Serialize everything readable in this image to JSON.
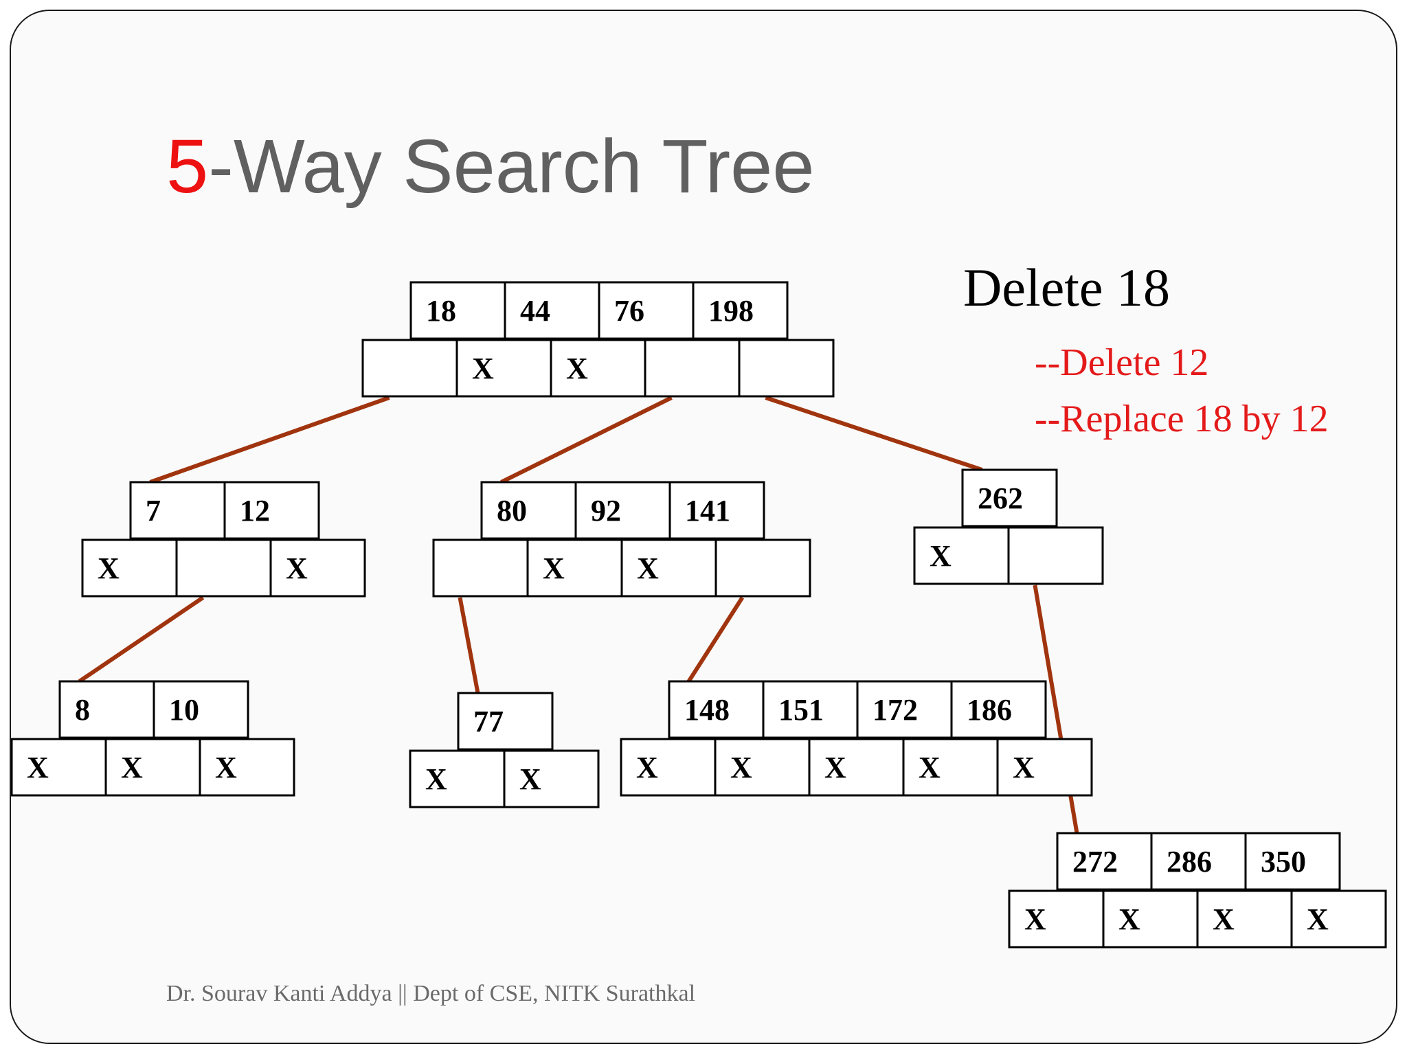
{
  "slide": {
    "title_number": "5",
    "title_rest": "-Way Search Tree",
    "operation": "Delete 18",
    "steps": [
      "--Delete 12",
      "--Replace 18 by 12"
    ],
    "footer": "Dr. Sourav Kanti Addya || Dept of CSE, NITK Surathkal"
  },
  "colors": {
    "title_gray": "#606060",
    "title_accent": "#ee1111",
    "step_red": "#e41a1a",
    "edge": "#a0340e",
    "footer_gray": "#6a6a6a"
  },
  "tree": {
    "nodes": [
      {
        "id": "root",
        "keys": [
          "18",
          "44",
          "76",
          "198"
        ],
        "pointers": [
          "",
          "X",
          "X",
          "",
          ""
        ]
      },
      {
        "id": "n-7-12",
        "keys": [
          "7",
          "12"
        ],
        "pointers": [
          "X",
          "",
          "X"
        ]
      },
      {
        "id": "n-80-92-141",
        "keys": [
          "80",
          "92",
          "141"
        ],
        "pointers": [
          "",
          "X",
          "X",
          ""
        ]
      },
      {
        "id": "n-262",
        "keys": [
          "262"
        ],
        "pointers": [
          "X",
          ""
        ]
      },
      {
        "id": "n-8-10",
        "keys": [
          "8",
          "10"
        ],
        "pointers": [
          "X",
          "X",
          "X"
        ]
      },
      {
        "id": "n-77",
        "keys": [
          "77"
        ],
        "pointers": [
          "X",
          "X"
        ]
      },
      {
        "id": "n-148-151-172-186",
        "keys": [
          "148",
          "151",
          "172",
          "186"
        ],
        "pointers": [
          "X",
          "X",
          "X",
          "X",
          "X"
        ]
      },
      {
        "id": "n-272-286-350",
        "keys": [
          "272",
          "286",
          "350"
        ],
        "pointers": [
          "X",
          "X",
          "X",
          "X"
        ]
      }
    ],
    "edges": [
      {
        "from": "root",
        "pointer": 0,
        "to": "n-7-12"
      },
      {
        "from": "root",
        "pointer": 3,
        "to": "n-80-92-141"
      },
      {
        "from": "root",
        "pointer": 4,
        "to": "n-262"
      },
      {
        "from": "n-7-12",
        "pointer": 1,
        "to": "n-8-10"
      },
      {
        "from": "n-80-92-141",
        "pointer": 0,
        "to": "n-77"
      },
      {
        "from": "n-80-92-141",
        "pointer": 3,
        "to": "n-148-151-172-186"
      },
      {
        "from": "n-262",
        "pointer": 1,
        "to": "n-272-286-350"
      }
    ]
  }
}
